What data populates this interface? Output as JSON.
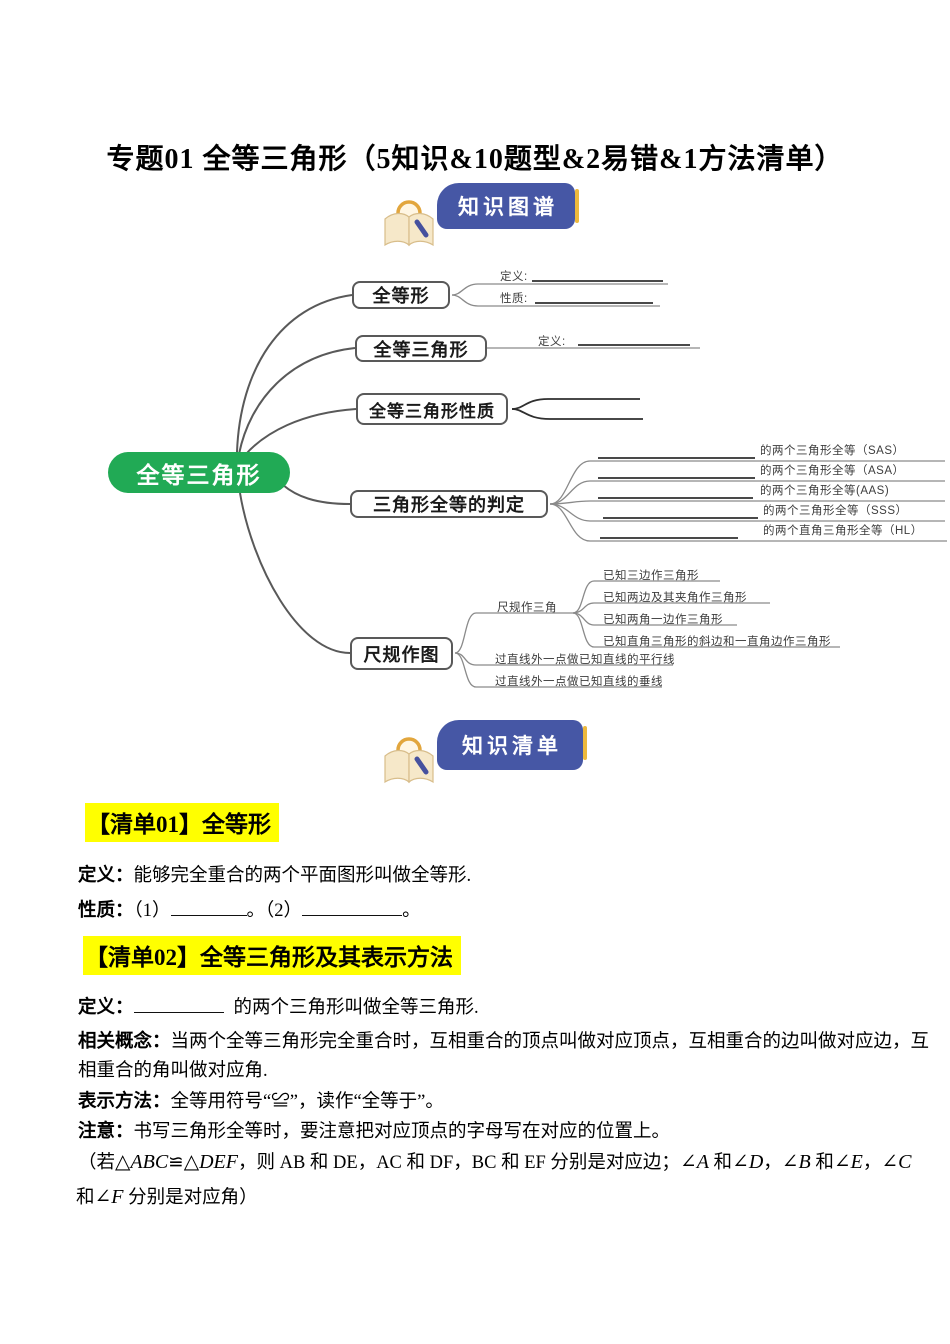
{
  "title": "专题01 全等三角形（5知识&10题型&2易错&1方法清单）",
  "banners": {
    "knowledge_map": "知识图谱",
    "knowledge_list": "知识清单"
  },
  "colors": {
    "banner_blue": "#4657a5",
    "accent_yellow": "#edb93d",
    "root_green": "#21aa55",
    "heading_highlight": "#ffff00"
  },
  "mindmap": {
    "root": "全等三角形",
    "def_label": "定义:",
    "prop_label": "性质:",
    "nodes": {
      "congruent_shapes": "全等形",
      "congruent_triangles": "全等三角形",
      "triangle_properties": "全等三角形性质",
      "judgment": "三角形全等的判定",
      "construction": "尺规作图"
    },
    "judgment_items": [
      "的两个三角形全等（SAS）",
      "的两个三角形全等（ASA）",
      "的两个三角形全等(AAS)",
      "的两个三角形全等（SSS）",
      "的两个直角三角形全等（HL）"
    ],
    "construction_branches": {
      "triangle_label": "尺规作三角",
      "triangle_items": [
        "已知三边作三角形",
        "已知两边及其夹角作三角形",
        "已知两角一边作三角形",
        "已知直角三角形的斜边和一直角边作三角形"
      ],
      "parallel_line": "过直线外一点做已知直线的平行线",
      "perpendicular_line": "过直线外一点做已知直线的垂线"
    }
  },
  "list01": {
    "heading_bracket": "【清单01】",
    "heading_title": "全等形",
    "def_label": "定义：",
    "def_text": "能够完全重合的两个平面图形叫做全等形.",
    "prop_label": "性质：",
    "prop_pre1": "（1）",
    "prop_post1": "。",
    "prop_pre2": "（2）",
    "prop_post2": "。"
  },
  "list02": {
    "heading_bracket": "【清单02】",
    "heading_title": "全等三角形及其表示方法",
    "def_label": "定义：",
    "def_text": "的两个三角形叫做全等三角形.",
    "concept_label": "相关概念：",
    "concept_line1": "当两个全等三角形完全重合时，互相重合的顶点叫做对应顶点，互相重合的边叫做对应边，互",
    "concept_line2": "相重合的角叫做对应角.",
    "notation_label": "表示方法：",
    "notation_text": "全等用符号“≌”，读作“全等于”。",
    "note_label": "注意：",
    "note_text": "书写三角形全等时，要注意把对应顶点的字母写在对应的位置上。",
    "paren_line1": {
      "s0": "（若",
      "m0": "△ABC",
      "s1": "≌",
      "m1": "△DEF",
      "s2": "，则 AB 和 DE，AC 和 DF，BC 和 EF 分别是对应边；",
      "m2": "∠A",
      "s3": " 和",
      "m3": "∠D",
      "s4": "，",
      "m4": "∠B",
      "s5": " 和",
      "m5": "∠E",
      "s6": "，",
      "m6": "∠C"
    },
    "paren_line2": {
      "s0": "和",
      "m0": "∠F",
      "s1": " 分别是对应角）"
    }
  }
}
